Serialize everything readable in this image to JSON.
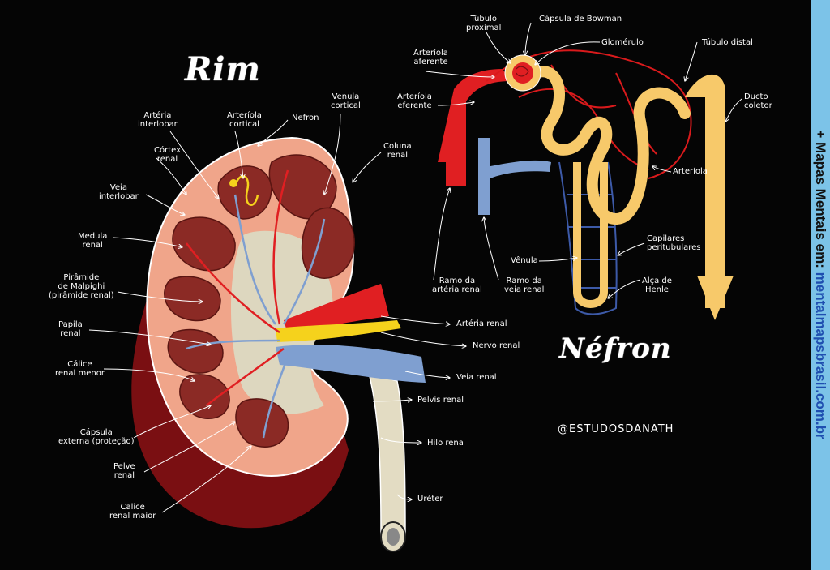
{
  "titles": {
    "kidney": "Rim",
    "nephron": "Néfron"
  },
  "credit": "@ESTUDOSDANATH",
  "sidebar": {
    "prefix": "+ Mapas Mentais em: ",
    "url": "mentalmapsbrasil.com.br"
  },
  "colors": {
    "background": "#050505",
    "cortex": "#f0a58a",
    "medulla": "#8b2a25",
    "capsule": "#7a0f12",
    "artery": "#e01f22",
    "vein": "#7f9fd0",
    "nerve": "#f5d21c",
    "tubule": "#f7c96a",
    "ureter": "#e3dcc3",
    "sidebar": "#7cc3e8",
    "url": "#1f4fb0"
  },
  "kidney_labels": {
    "arteria_interlobar": "Artéria\ninterlobar",
    "arteriola_cortical": "Arteríola\ncortical",
    "nefron": "Nefron",
    "venula_cortical": "Venula\ncortical",
    "coluna_renal": "Coluna\nrenal",
    "cortex_renal": "Córtex\nrenal",
    "veia_interlobar": "Veia\ninterlobar",
    "medula_renal": "Medula\nrenal",
    "piramide_malpighi": "Pirâmide\nde Malpighi\n(pirâmide renal)",
    "papila_renal": "Papila\nrenal",
    "calice_menor": "Cálice\nrenal menor",
    "capsula_externa": "Cápsula\nexterna (proteção)",
    "pelve_renal": "Pelve\nrenal",
    "calice_maior": "Calice\nrenal maior",
    "arteria_renal": "Artéria renal",
    "nervo_renal": "Nervo renal",
    "veia_renal": "Veia renal",
    "pelvis_renal": "Pelvis renal",
    "hilo_renal": "Hilo rena",
    "ureter": "Uréter"
  },
  "nephron_labels": {
    "tubulo_proximal": "Túbulo\nproximal",
    "capsula_bowman": "Cápsula de Bowman",
    "glomerulo": "Glomérulo",
    "tubulo_distal": "Túbulo distal",
    "arteriola_aferente": "Arteríola\naferente",
    "arteriola_eferente": "Arteríola\neferente",
    "ducto_coletor": "Ducto\ncoletor",
    "arteriola": "Arteríola",
    "capilares": "Capilares\nperitubulares",
    "venula": "Vênula",
    "ramo_arteria": "Ramo da\nartéria renal",
    "ramo_veia": "Ramo da\nveia renal",
    "alca_henle": "Alça de\nHenle"
  }
}
